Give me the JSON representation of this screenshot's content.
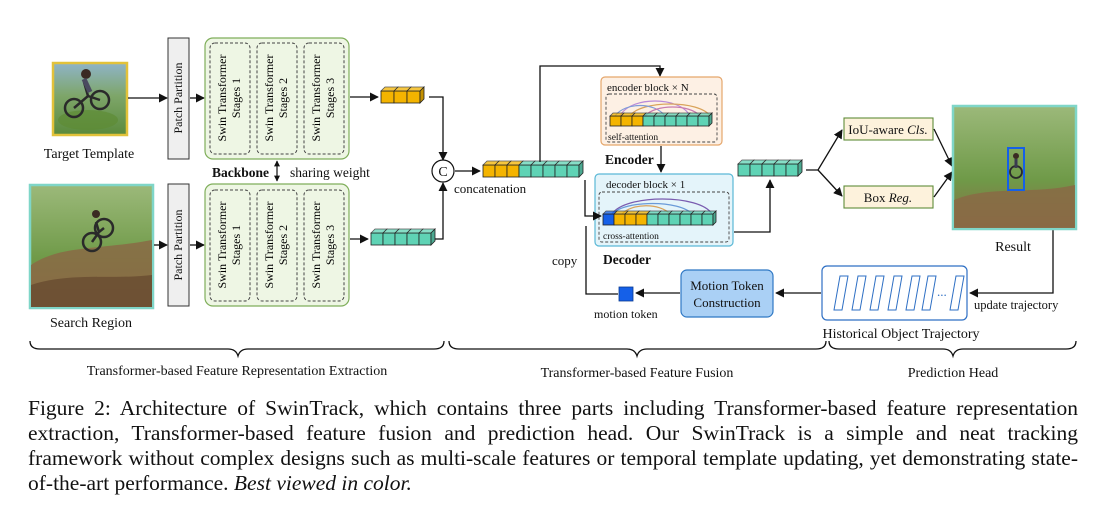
{
  "diagram": {
    "labels": {
      "target_template": "Target Template",
      "search_region": "Search Region",
      "patch_partition": "Patch Partition",
      "swin_stage_line1": "Swin Transformer",
      "stage1": "Stages 1",
      "stage2": "Stages 2",
      "stage3": "Stages 3",
      "backbone": "Backbone",
      "sharing_weight": "sharing weight",
      "concat_symbol": "C",
      "concatenation": "concatenation",
      "encoder_block": "encoder block × N",
      "self_attention": "self-attention",
      "encoder": "Encoder",
      "decoder_block": "decoder block × 1",
      "cross_attention": "cross-attention",
      "decoder": "Decoder",
      "copy": "copy",
      "motion_token": "motion token",
      "motion_token_construction_line1": "Motion Token",
      "motion_token_construction_line2": "Construction",
      "historical_trajectory": "Historical Object Trajectory",
      "update_trajectory": "update trajectory",
      "iou_cls_prefix": "IoU-aware ",
      "iou_cls_italic": "Cls.",
      "box_reg_prefix": "Box ",
      "box_reg_italic": "Reg.",
      "result": "Result",
      "part1": "Transformer-based Feature Representation Extraction",
      "part2": "Transformer-based Feature Fusion",
      "part3": "Prediction Head"
    },
    "colors": {
      "template_token": "#f4b400",
      "search_token": "#5fd3b5",
      "motion_token": "#1560e8",
      "backbone_fill": "#eef6e4",
      "backbone_stroke": "#7fae5a",
      "encoder_fill": "#fdf0e4",
      "encoder_stroke": "#e5a66b",
      "decoder_fill": "#e4f4fa",
      "decoder_stroke": "#5ab8d6",
      "iou_fill": "#fdf2dc",
      "box_fill": "#fdf2dc",
      "head_stroke": "#5f8c3a",
      "construction_fill": "#aad0f5",
      "construction_stroke": "#2f78c4",
      "trajectory_stroke": "#2e6fc4",
      "image_border_target": "#e2c23a",
      "image_border_search": "#7fd6c8"
    }
  },
  "caption": {
    "main": "Figure 2: Architecture of SwinTrack, which contains three parts including Transformer-based feature representation extraction, Transformer-based feature fusion and prediction head.  Our SwinTrack is a simple and neat tracking framework without complex designs such as multi-scale features or temporal template updating, yet demonstrating state-of-the-art performance. ",
    "emphasis": "Best viewed in color."
  }
}
